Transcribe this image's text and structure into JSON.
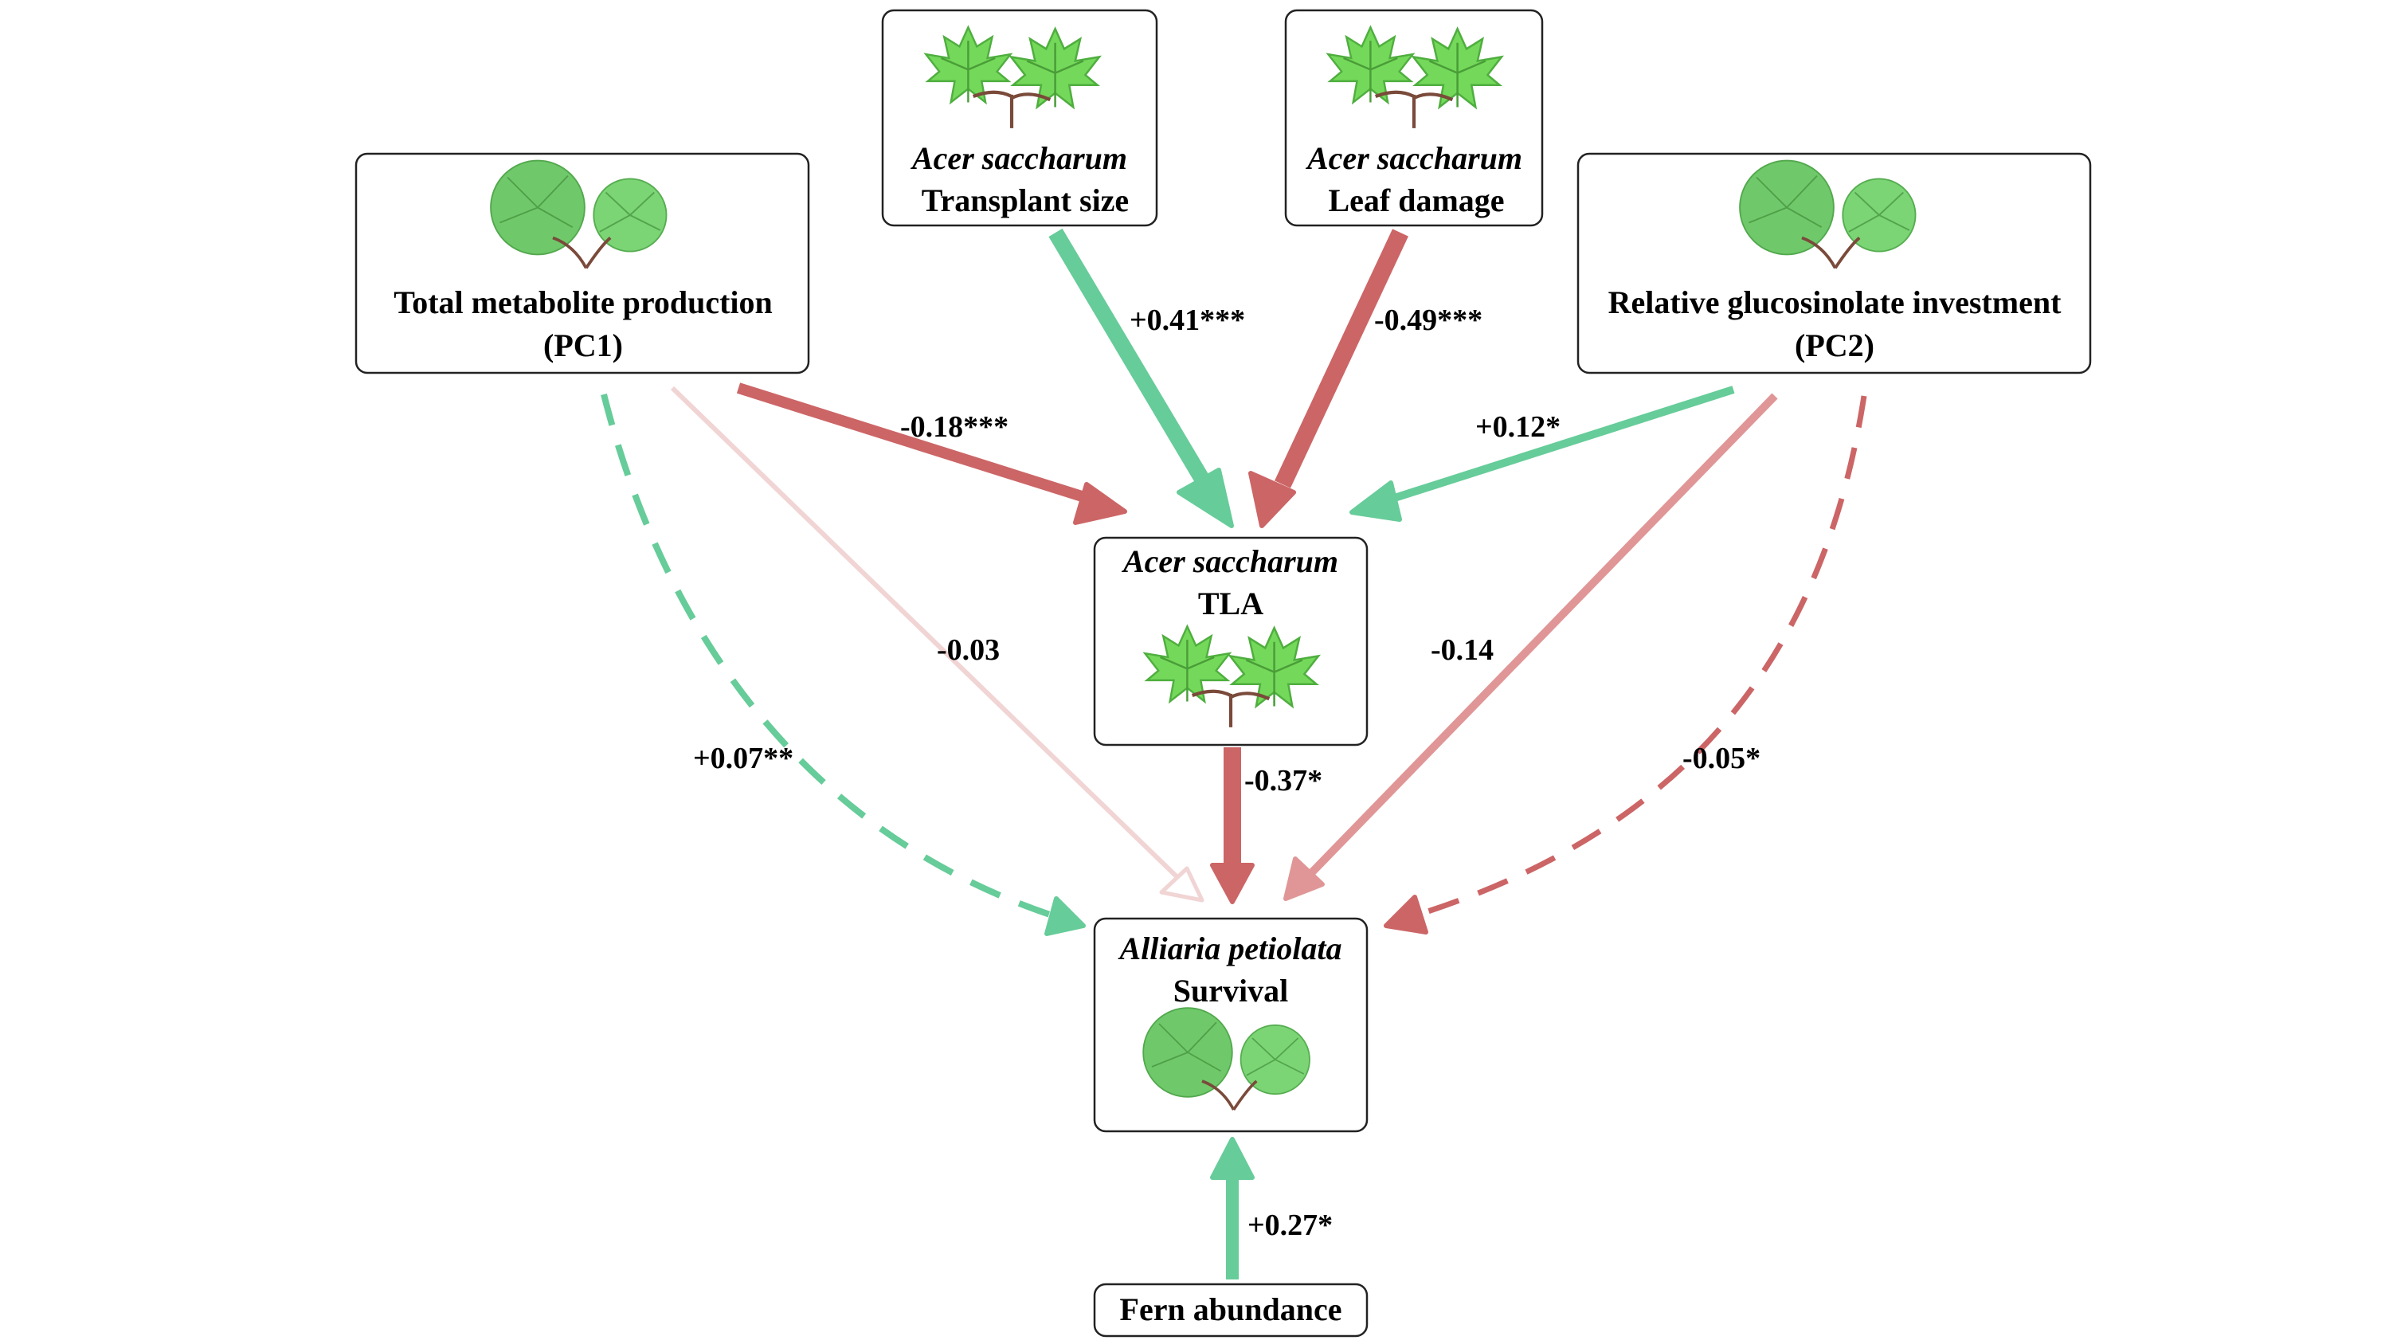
{
  "colors": {
    "positive": "#66cc99",
    "negative": "#cc6566",
    "negative_light": "#e09696",
    "negative_faint": "#f1d4d4",
    "box_border": "#222222",
    "maple_leaf": "#74d95a",
    "garlic_leaf": "#6fc96a"
  },
  "nodes": {
    "total_metabolite": {
      "line1": "Total metabolite production",
      "line2": "(PC1)",
      "icon": "garlic-mustard-leaves-icon"
    },
    "transplant_size": {
      "line1": "Acer saccharum",
      "line2": "Transplant size",
      "icon": "maple-leaves-icon"
    },
    "leaf_damage": {
      "line1": "Acer saccharum",
      "line2": "Leaf damage",
      "icon": "maple-leaves-icon"
    },
    "glucosinolate": {
      "line1": "Relative glucosinolate investment",
      "line2": "(PC2)",
      "icon": "garlic-mustard-leaves-icon"
    },
    "acer_tla": {
      "line1": "Acer saccharum",
      "line2": "TLA",
      "icon": "maple-leaves-icon"
    },
    "alliaria_survival": {
      "line1": "Alliaria petiolata",
      "line2": "Survival",
      "icon": "garlic-mustard-leaves-icon"
    },
    "fern": {
      "line1": "Fern abundance"
    }
  },
  "paths": {
    "transplant_to_tla": {
      "coef": "+0.41***",
      "sign": "positive",
      "style": "solid"
    },
    "damage_to_tla": {
      "coef": "-0.49***",
      "sign": "negative",
      "style": "solid"
    },
    "pc1_to_tla": {
      "coef": "-0.18***",
      "sign": "negative",
      "style": "solid"
    },
    "pc2_to_tla": {
      "coef": "+0.12*",
      "sign": "positive",
      "style": "solid"
    },
    "pc1_to_survival_direct": {
      "coef": "-0.03",
      "sign": "negative",
      "style": "solid"
    },
    "pc1_to_survival_indirect": {
      "coef": "+0.07**",
      "sign": "positive",
      "style": "dashed"
    },
    "tla_to_survival": {
      "coef": "-0.37*",
      "sign": "negative",
      "style": "solid"
    },
    "pc2_to_survival_direct": {
      "coef": "-0.14",
      "sign": "negative",
      "style": "solid"
    },
    "pc2_to_survival_indirect": {
      "coef": "-0.05*",
      "sign": "negative",
      "style": "dashed"
    },
    "fern_to_survival": {
      "coef": "+0.27*",
      "sign": "positive",
      "style": "solid"
    }
  }
}
